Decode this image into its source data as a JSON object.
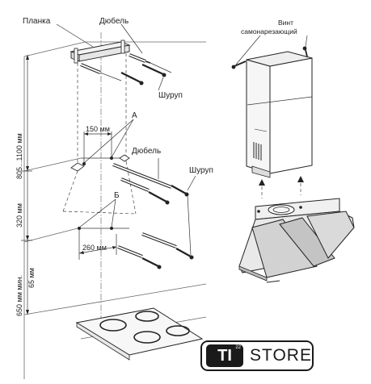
{
  "labels": {
    "planka": "Планка",
    "dubel_top": "Дюбель",
    "shurup_top": "Шуруп",
    "mark_a": "А",
    "dubel_mid": "Дюбель",
    "shurup_mid": "Шуруп",
    "mark_b": "Б",
    "vint_line1": "Винт",
    "vint_line2": "самонарезающий"
  },
  "dimensions": {
    "w150": "150 мм",
    "w260": "260 мм",
    "h805_1100": "805...1100 мм",
    "h320": "320 мм",
    "h65": "65 мм",
    "h650": "650 мм мин."
  },
  "logo": {
    "mark": "TI",
    "superscript": "22",
    "store": "STORE"
  }
}
